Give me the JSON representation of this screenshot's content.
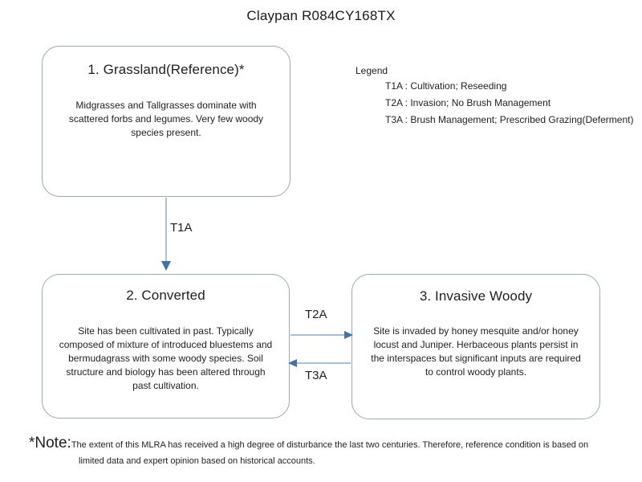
{
  "diagram": {
    "title": "Claypan R084CY168TX",
    "accent_color": "#4472a8",
    "box_border_color": "#9fa9b0"
  },
  "states": [
    {
      "id": "grassland",
      "title": "1. Grassland(Reference)*",
      "body": "Midgrasses and Tallgrasses dominate with scattered forbs and legumes. Very few woody species present."
    },
    {
      "id": "converted",
      "title": "2. Converted",
      "body": "Site has been cultivated in past. Typically composed of mixture of introduced bluestems and bermudagrass with some woody species. Soil structure and biology has been altered through past cultivation."
    },
    {
      "id": "invasive",
      "title": "3. Invasive Woody",
      "body": "Site is invaded by honey mesquite and/or honey locust and Juniper.  Herbaceous plants persist in the interspaces but significant inputs are required to control woody plants."
    }
  ],
  "transitions": [
    {
      "id": "t1a",
      "label": "T1A",
      "from": "grassland",
      "to": "converted",
      "direction": "down"
    },
    {
      "id": "t2a",
      "label": "T2A",
      "from": "converted",
      "to": "invasive",
      "direction": "right"
    },
    {
      "id": "t3a",
      "label": "T3A",
      "from": "invasive",
      "to": "converted",
      "direction": "left"
    }
  ],
  "legend": {
    "title": "Legend",
    "items": [
      "T1A : Cultivation; Reseeding",
      "T2A : Invasion; No Brush Management",
      "T3A : Brush Management; Prescribed Grazing(Deferment)"
    ]
  },
  "note": {
    "label": "*Note:",
    "line1": "The extent of this MLRA has received a high degree of disturbance the last two centuries. Therefore, reference condition is based on",
    "line2": "limited data and expert opinion based on historical accounts."
  }
}
